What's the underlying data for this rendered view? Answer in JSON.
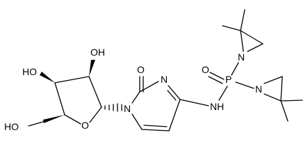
{
  "structure": {
    "atoms": {
      "oh_top": "OH",
      "oh_left": "HO",
      "ho_bottom": "HO",
      "o_ring": "O",
      "n1": "N",
      "o_carbonyl": "O",
      "n3": "N",
      "nh": "NH",
      "o_phosphoryl": "O",
      "p": "P",
      "n_aziridine_top": "N",
      "n_aziridine_bottom": "N"
    }
  }
}
